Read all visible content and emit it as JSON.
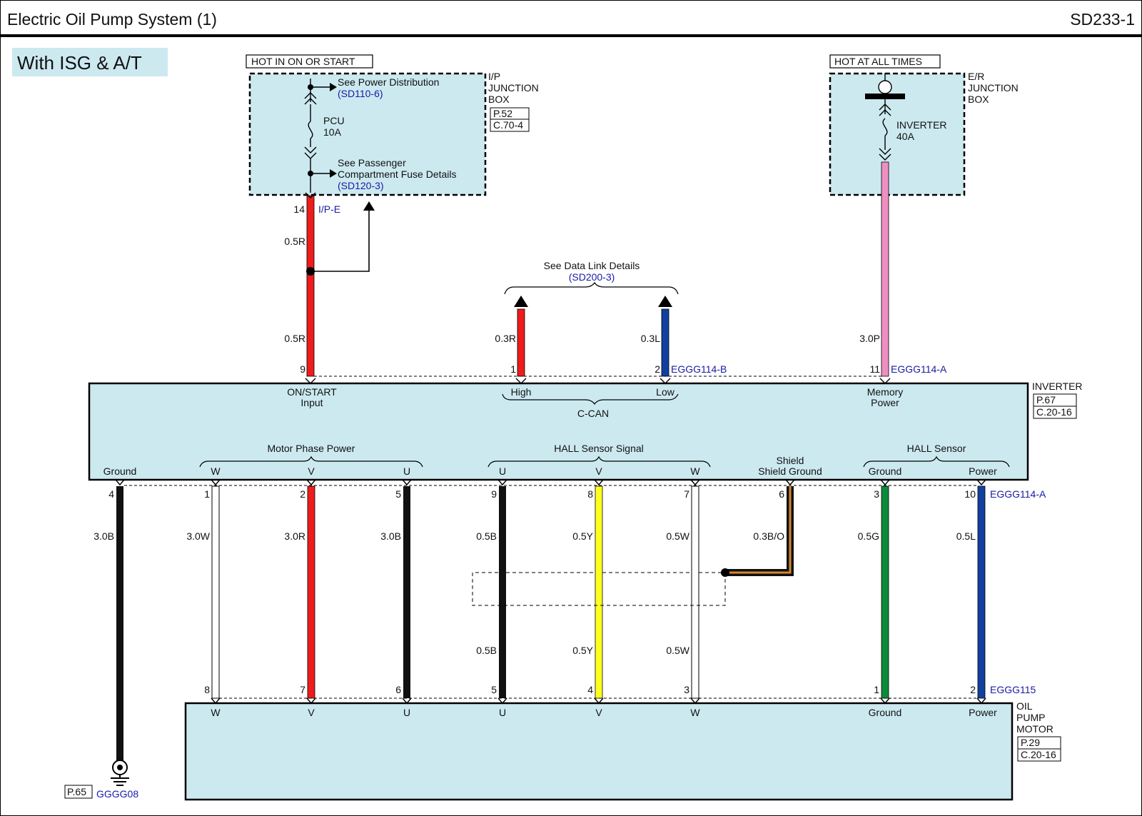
{
  "header": {
    "title": "Electric Oil Pump System (1)",
    "code": "SD233-1"
  },
  "variant_label": "With ISG & A/T",
  "colors": {
    "box_fill": "#cce9f0",
    "label_blue": "#1a1aa6",
    "red": "#ee1c1c",
    "pink": "#ee8fc4",
    "blue": "#1140a0",
    "yellow": "#ffff22",
    "green": "#0b8a3a",
    "orange": "#d7862f",
    "black": "#111111"
  },
  "ip_box": {
    "hot_label": "HOT IN ON OR START",
    "name": [
      "I/P",
      "JUNCTION",
      "BOX"
    ],
    "page_ref": "P.52",
    "conn_ref": "C.70-4",
    "fuse_name": "PCU",
    "fuse_rating": "10A",
    "ref1_text": "See Power Distribution",
    "ref1_link": "(SD110-6)",
    "ref2_text": [
      "See Passenger",
      "Compartment Fuse Details"
    ],
    "ref2_link": "(SD120-3)",
    "out_pin": "14",
    "out_conn": "I/P-E"
  },
  "er_box": {
    "hot_label": "HOT AT ALL TIMES",
    "name": [
      "E/R",
      "JUNCTION",
      "BOX"
    ],
    "fuse_name": "INVERTER",
    "fuse_rating": "40A"
  },
  "data_link": {
    "text": "See Data Link Details",
    "link": "(SD200-3)"
  },
  "inverter": {
    "name": "INVERTER",
    "page_ref": "P.67",
    "conn_ref": "C.20-16",
    "top_pins": [
      {
        "pin": "9",
        "wire": "0.5R",
        "label": [
          "ON/START",
          "Input"
        ]
      },
      {
        "pin": "1",
        "wire": "0.3R",
        "label": [
          "High"
        ]
      },
      {
        "pin": "2",
        "wire": "0.3L",
        "label": [
          "Low"
        ],
        "conn": "EGGG114-B"
      },
      {
        "pin": "11",
        "wire": "3.0P",
        "label": [
          "Memory",
          "Power"
        ],
        "conn": "EGGG114-A"
      }
    ],
    "ccan": "C-CAN",
    "groups": {
      "motor_phase": "Motor Phase Power",
      "hall_signal": "HALL Sensor Signal",
      "hall_sensor": "HALL Sensor"
    },
    "bottom_labels": [
      "Ground",
      "W",
      "V",
      "U",
      "U",
      "V",
      "W",
      "Shield Ground",
      "Ground",
      "Power"
    ],
    "bottom_conn": "EGGG114-A"
  },
  "wires_upper_label": "0.5R",
  "wires_lower": [
    {
      "pin": "4",
      "wire": "3.0B"
    },
    {
      "pin": "1",
      "wire": "3.0W"
    },
    {
      "pin": "2",
      "wire": "3.0R"
    },
    {
      "pin": "5",
      "wire": "3.0B"
    },
    {
      "pin": "9",
      "wire": "0.5B",
      "wire2": "0.5B",
      "motor_pin": "5"
    },
    {
      "pin": "8",
      "wire": "0.5Y",
      "wire2": "0.5Y",
      "motor_pin": "4"
    },
    {
      "pin": "7",
      "wire": "0.5W",
      "wire2": "0.5W",
      "motor_pin": "3"
    },
    {
      "pin": "6",
      "wire": "0.3B/O"
    },
    {
      "pin": "3",
      "wire": "0.5G",
      "motor_pin": "1"
    },
    {
      "pin": "10",
      "wire": "0.5L",
      "motor_pin": "2"
    }
  ],
  "motor_pins_phase": [
    "8",
    "7",
    "6"
  ],
  "motor": {
    "name": [
      "OIL",
      "PUMP",
      "MOTOR"
    ],
    "page_ref": "P.29",
    "conn_ref": "C.20-16",
    "labels": [
      "W",
      "V",
      "U",
      "U",
      "V",
      "W",
      "Ground",
      "Power"
    ],
    "conn": "EGGG115"
  },
  "ground": {
    "page_ref": "P.65",
    "name": "GGGG08"
  }
}
